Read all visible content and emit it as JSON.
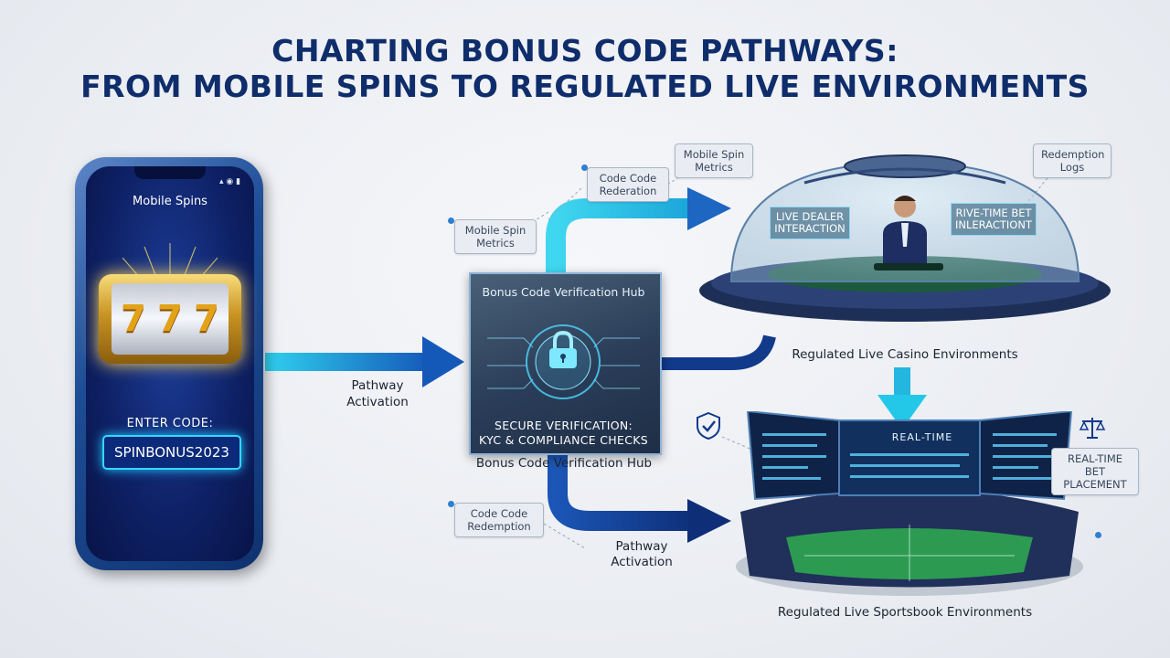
{
  "title": {
    "line1": "CHARTING BONUS CODE PATHWAYS:",
    "line2": "FROM MOBILE SPINS TO REGULATED LIVE ENVIRONMENTS"
  },
  "phone": {
    "header": "Mobile Spins",
    "slot_reels": [
      "7",
      "7",
      "7"
    ],
    "enter_code_label": "ENTER CODE:",
    "code_value": "SPINBONUS2023"
  },
  "hub": {
    "title": "Bonus Code Verification Hub",
    "subtitle_line1": "SECURE VERIFICATION:",
    "subtitle_line2": "KYC & COMPLIANCE CHECKS",
    "caption": "Bonus Code Verification Hub"
  },
  "labels": {
    "pathway_activation_top_1": "Pathway",
    "pathway_activation_top_2": "Activation",
    "pathway_activation_bottom_1": "Pathway",
    "pathway_activation_bottom_2": "Activation",
    "casino_caption": "Regulated Live Casino Environments",
    "sportsbook_caption": "Regulated Live Sportsbook Environments"
  },
  "chips": {
    "mobile_spin_metrics_left_1": "Mobile Spin",
    "mobile_spin_metrics_left_2": "Metrics",
    "code_redemption_top_1": "Code Code",
    "code_redemption_top_2": "Rederation",
    "mobile_spin_metrics_top_1": "Mobile Spin",
    "mobile_spin_metrics_top_2": "Metrics",
    "redemption_logs_1": "Redemption",
    "redemption_logs_2": "Logs",
    "code_redemption_bottom_1": "Code Code",
    "code_redemption_bottom_2": "Redemption",
    "real_time_bet_1": "REAL-TIME BET",
    "real_time_bet_2": "PLACEMENT"
  },
  "dome": {
    "panel_left_1": "LIVE DEALER",
    "panel_left_2": "INTERACTION",
    "panel_right_1": "RIVE-TIME BET",
    "panel_right_2": "INLERACTIONT"
  },
  "stadium": {
    "board_center": "REAL-TIME"
  },
  "colors": {
    "title": "#0f2d6b",
    "arrow_cyan": "#23c8e8",
    "arrow_navy": "#123a8a",
    "accent_glow": "#36d6ff"
  }
}
